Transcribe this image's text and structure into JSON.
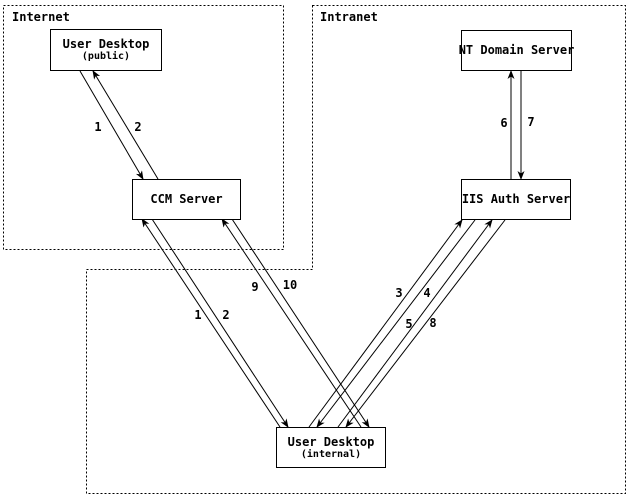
{
  "diagram": {
    "colors": {
      "line": "#000000",
      "background": "#ffffff"
    },
    "regions": {
      "internet": {
        "label": "Internet"
      },
      "intranet": {
        "label": "Intranet"
      }
    },
    "nodes": {
      "user_desktop_public": {
        "title": "User Desktop",
        "subtitle": "(public)"
      },
      "nt_domain_server": {
        "title": "NT Domain Server"
      },
      "ccm_server": {
        "title": "CCM Server"
      },
      "iis_auth_server": {
        "title": "IIS Auth Server"
      },
      "user_desktop_internal": {
        "title": "User Desktop",
        "subtitle": "(internal)"
      }
    },
    "edges": [
      {
        "label": "1",
        "from": "user_desktop_public",
        "to": "ccm_server"
      },
      {
        "label": "2",
        "from": "ccm_server",
        "to": "user_desktop_public"
      },
      {
        "label": "1",
        "from": "user_desktop_internal",
        "to": "ccm_server"
      },
      {
        "label": "2",
        "from": "ccm_server",
        "to": "user_desktop_internal"
      },
      {
        "label": "3",
        "from": "user_desktop_internal",
        "to": "iis_auth_server"
      },
      {
        "label": "4",
        "from": "iis_auth_server",
        "to": "user_desktop_internal"
      },
      {
        "label": "5",
        "from": "user_desktop_internal",
        "to": "iis_auth_server"
      },
      {
        "label": "6",
        "from": "iis_auth_server",
        "to": "nt_domain_server"
      },
      {
        "label": "7",
        "from": "nt_domain_server",
        "to": "iis_auth_server"
      },
      {
        "label": "8",
        "from": "iis_auth_server",
        "to": "user_desktop_internal"
      },
      {
        "label": "9",
        "from": "user_desktop_internal",
        "to": "ccm_server"
      },
      {
        "label": "10",
        "from": "ccm_server",
        "to": "user_desktop_internal"
      }
    ]
  }
}
